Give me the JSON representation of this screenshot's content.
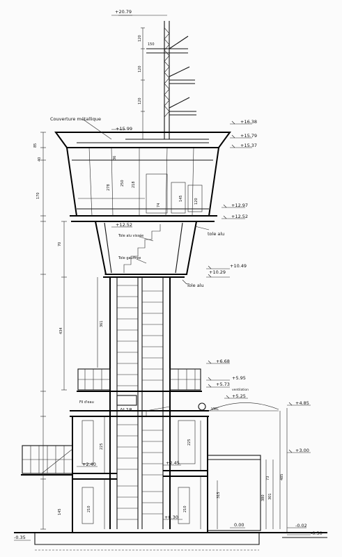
{
  "labels": {
    "couverture": "Couverture métallique",
    "tole_alu_1": "tole alu",
    "tole_alu_vissee": "Tole alu vissée",
    "tole_gaufree": "Tole gauffrée",
    "tole_alu_2": "Tole alu",
    "fil_deau": "Fil d'eau",
    "al18": "AL18",
    "vmc": "VMC",
    "ventilation": "ventilation"
  },
  "levels": {
    "l2079": "+20.79",
    "l1599": "+15.99",
    "l1638": "+16.38",
    "l1579": "+15.79",
    "l1537": "+15.37",
    "l1297": "+12.97",
    "l1252a": "+12.52",
    "l1252b": "+12.52",
    "l1049": "+10.49",
    "l1029": "+10.29",
    "l668": "+6.68",
    "l595": "+5.95",
    "l573": "+5.73",
    "l525": "+5.25",
    "l485": "+4.85",
    "l300": "+3.00",
    "l245": "+2.45",
    "l240": "+2.40",
    "l030": "+0.30",
    "l000": "0.00",
    "m002": "-0.02",
    "m030": "-0.30",
    "m035": "-0.35"
  },
  "dims": {
    "d120a": "120",
    "d120b": "120",
    "d120c": "120",
    "d150": "150",
    "d85": "85",
    "d40": "40",
    "d170": "170",
    "d70": "70",
    "d36": "36",
    "d278": "278",
    "d250": "250",
    "d218": "218",
    "d74": "74",
    "d145": "145",
    "d120d": "120",
    "d361": "361",
    "d434": "434",
    "d225a": "225",
    "d225b": "225",
    "d210a": "210",
    "d210b": "210",
    "d145b": "145",
    "d73": "73",
    "d485": "485",
    "d301": "301",
    "d315": "315",
    "d380": "380"
  }
}
